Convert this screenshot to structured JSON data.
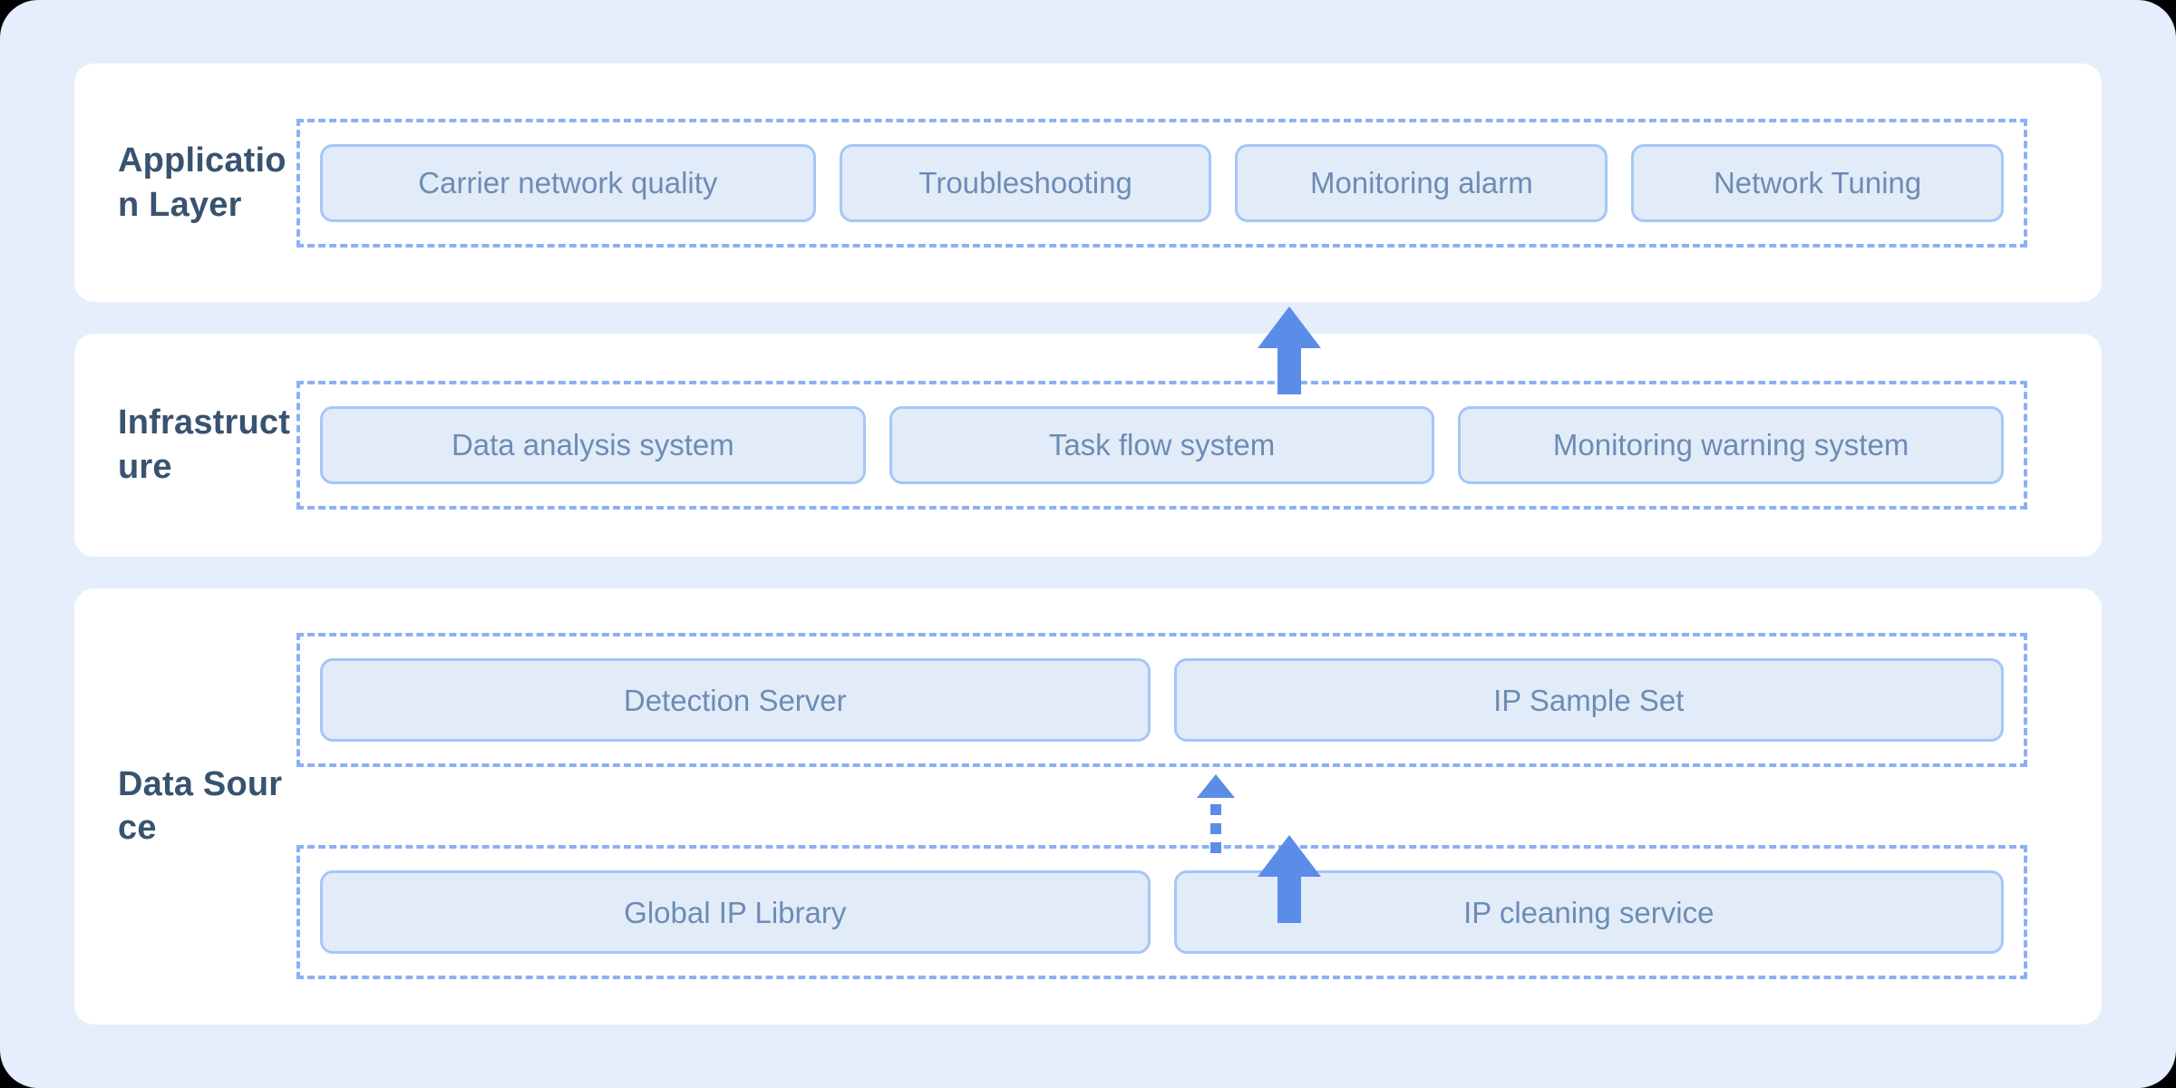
{
  "theme": {
    "page_background": "#e6eefc",
    "card_background": "#ffffff",
    "label_text": "#38536f",
    "node_fill": "#e2ecf9",
    "node_border": "#a4c7f7",
    "node_text": "#6d8cb4",
    "dashed_border": "#8cb0f5",
    "arrow": "#5b8ce8"
  },
  "layers": [
    {
      "label": "Application Layer",
      "groups": [
        {
          "nodes": [
            {
              "label": "Carrier network quality",
              "weight": 362
            },
            {
              "label": "Troubleshooting",
              "weight": 266
            },
            {
              "label": "Monitoring alarm",
              "weight": 266
            },
            {
              "label": "Network Tuning",
              "weight": 266
            }
          ]
        }
      ]
    },
    {
      "label": "Infrastructure",
      "groups": [
        {
          "nodes": [
            {
              "label": "Data analysis system",
              "weight": 392
            },
            {
              "label": "Task flow system",
              "weight": 392
            },
            {
              "label": "Monitoring warning system",
              "weight": 392
            }
          ]
        }
      ]
    },
    {
      "label": "Data Source",
      "groups": [
        {
          "nodes": [
            {
              "label": "Detection Server",
              "weight": 590
            },
            {
              "label": "IP Sample Set",
              "weight": 590
            }
          ]
        },
        {
          "nodes": [
            {
              "label": "Global IP Library",
              "weight": 590
            },
            {
              "label": "IP cleaning service",
              "weight": 590
            }
          ]
        }
      ]
    }
  ],
  "connectors": [
    {
      "name": "arrow-infrastructure-to-application",
      "style": "solid",
      "direction": "up"
    },
    {
      "name": "arrow-data-to-infrastructure",
      "style": "solid",
      "direction": "up"
    },
    {
      "name": "arrow-library-to-detection",
      "style": "dotted",
      "direction": "up"
    }
  ]
}
